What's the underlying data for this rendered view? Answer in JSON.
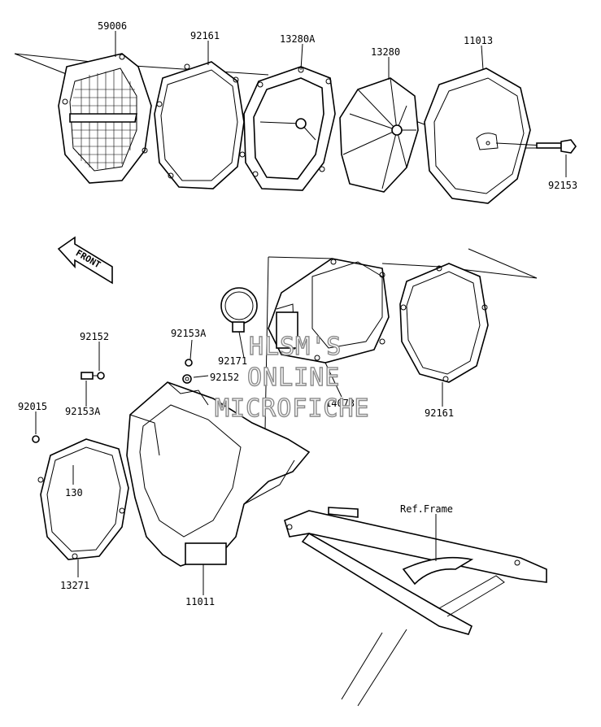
{
  "labels": {
    "p59006": "59006",
    "p92161_top": "92161",
    "p13280A": "13280A",
    "p13280": "13280",
    "p11013": "11013",
    "p92153_top": "92153",
    "p92153A_upper": "92153A",
    "p92152_upper": "92152",
    "p92152_right": "92152",
    "p92171": "92171",
    "p14073": "14073",
    "p92161_mid": "92161",
    "p92153A_lower": "92153A",
    "p92015": "92015",
    "p130": "130",
    "p13271": "13271",
    "p11011": "11011",
    "ref_frame": "Ref.Frame"
  },
  "front_arrow": {
    "text": "FRONT"
  },
  "watermark": {
    "line1": "HLSM'S",
    "line2": "ONLINE",
    "line3": "MICROFICHE"
  }
}
